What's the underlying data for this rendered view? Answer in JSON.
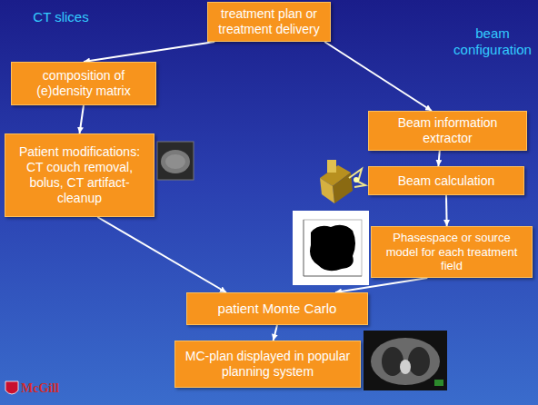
{
  "diagram": {
    "nodes": [
      {
        "text": [
          "treatment plan or treatment delivery"
        ]
      },
      {
        "text": [
          "composition of (e)density matrix"
        ]
      },
      {
        "text": [
          "Patient modifications: CT couch removal, bolus, CT artifact-cleanup"
        ]
      },
      {
        "text": [
          "Beam information extractor"
        ]
      },
      {
        "text": [
          "Beam calculation"
        ]
      },
      {
        "text": [
          "Phasespace or source model for each treatment field"
        ]
      },
      {
        "text": [
          "patient Monte Carlo"
        ]
      },
      {
        "text": [
          "MC-plan displayed in popular planning system"
        ]
      }
    ],
    "edges": [
      {
        "from": 0,
        "to": 1,
        "arrow": "to",
        "label": "CT slices"
      },
      {
        "from": 0,
        "to": 3,
        "arrow": "to",
        "label": "beam configuration"
      },
      {
        "from": 1,
        "to": 2,
        "arrow": "to"
      },
      {
        "from": 3,
        "to": 4,
        "arrow": "to"
      },
      {
        "from": 4,
        "to": 5,
        "arrow": "to"
      },
      {
        "from": 2,
        "to": 6,
        "arrow": "to"
      },
      {
        "from": 5,
        "to": 6,
        "arrow": "to"
      },
      {
        "from": 6,
        "to": 7,
        "arrow": "to"
      }
    ],
    "labels": [
      "McGill"
    ]
  }
}
